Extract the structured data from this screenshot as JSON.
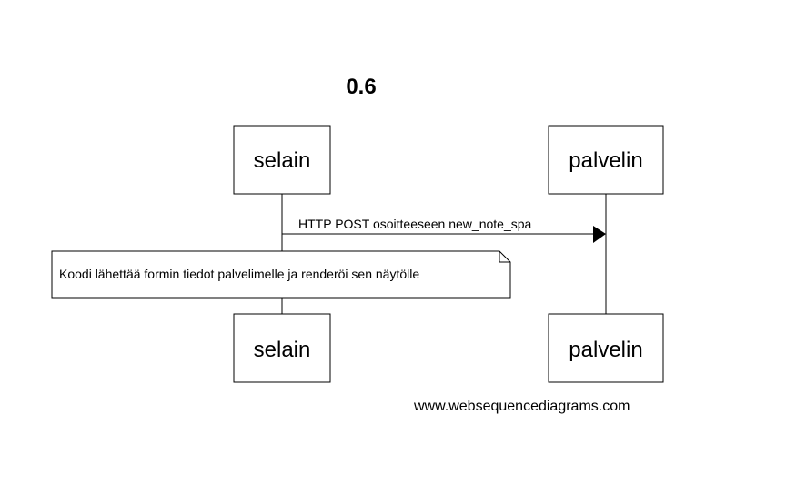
{
  "diagram": {
    "title": "0.6",
    "participants": [
      {
        "id": "selain",
        "label": "selain"
      },
      {
        "id": "palvelin",
        "label": "palvelin"
      }
    ],
    "messages": [
      {
        "from": "selain",
        "to": "palvelin",
        "label": "HTTP POST osoitteeseen new_note_spa"
      }
    ],
    "notes": [
      {
        "over": "selain",
        "text": "Koodi lähettää formin tiedot palvelimelle ja renderöi sen näytölle"
      }
    ],
    "footer": "www.websequencediagrams.com"
  },
  "colors": {
    "stroke": "#000000",
    "background": "#ffffff"
  }
}
